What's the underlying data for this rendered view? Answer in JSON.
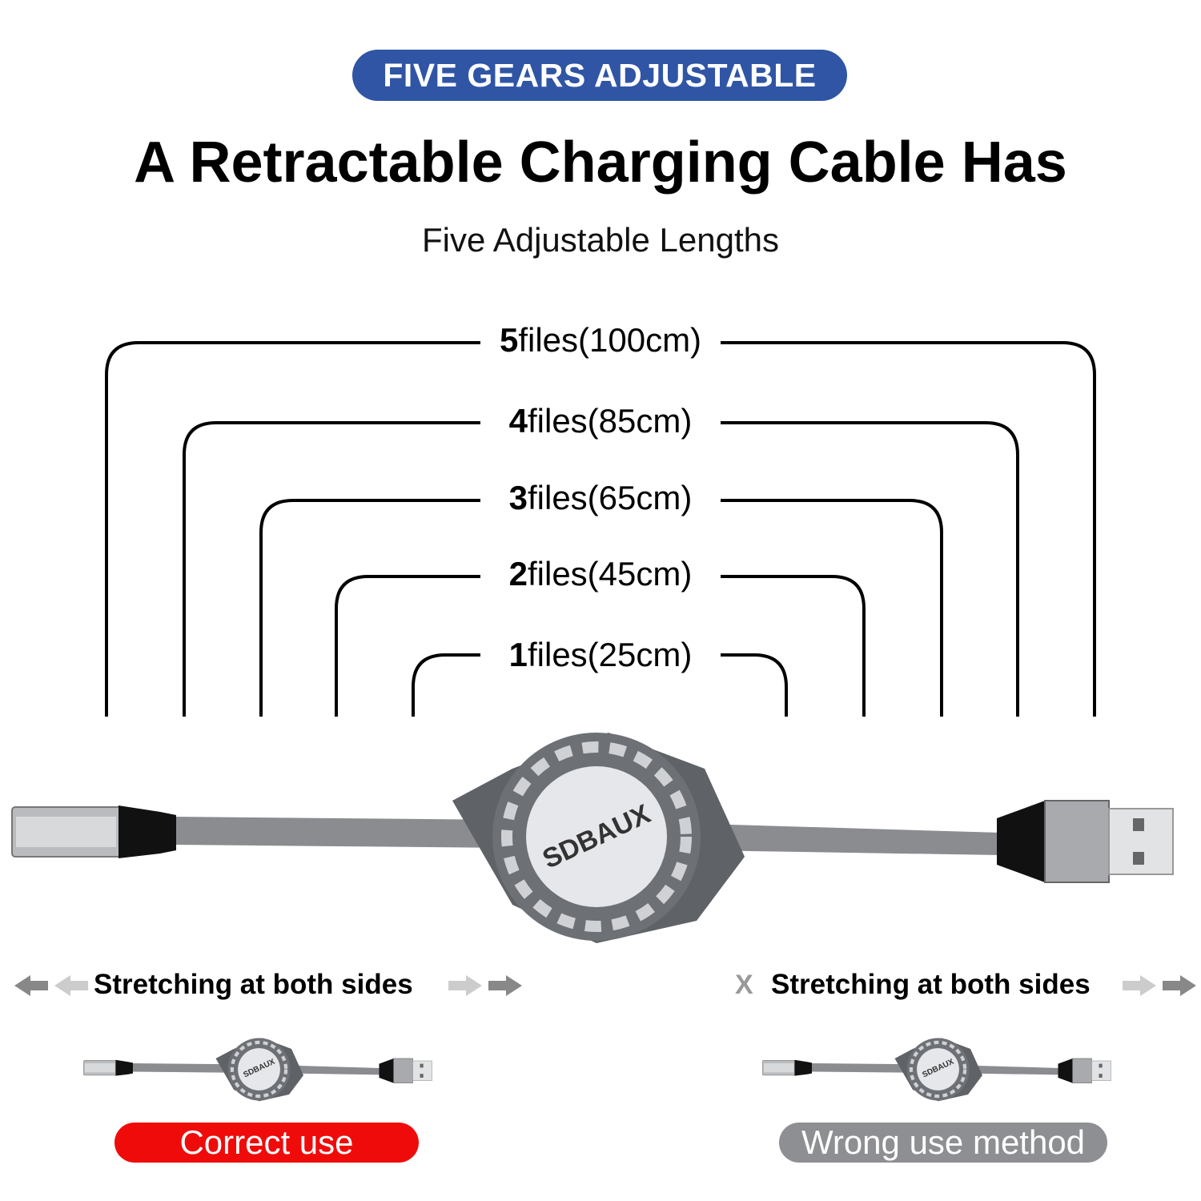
{
  "header": {
    "badge": "FIVE GEARS ADJUSTABLE",
    "title": "A Retractable Charging Cable Has",
    "subtitle": "Five Adjustable Lengths"
  },
  "levels": [
    {
      "num": "5",
      "text": "files(100cm)"
    },
    {
      "num": "4",
      "text": "files(85cm)"
    },
    {
      "num": "3",
      "text": "files(65cm)"
    },
    {
      "num": "2",
      "text": "files(45cm)"
    },
    {
      "num": "1",
      "text": "files(25cm)"
    }
  ],
  "product": {
    "brand": "SDBAUX"
  },
  "usage": {
    "correct": {
      "caption": "Stretching at both sides",
      "label": "Correct use"
    },
    "wrong": {
      "mark": "X",
      "caption": "Stretching at both sides",
      "label": "Wrong use method"
    }
  },
  "colors": {
    "badge": "#2f55a4",
    "correct": "#f00b0b",
    "wrong": "#8e8f92",
    "cable": "#8a8c90"
  }
}
